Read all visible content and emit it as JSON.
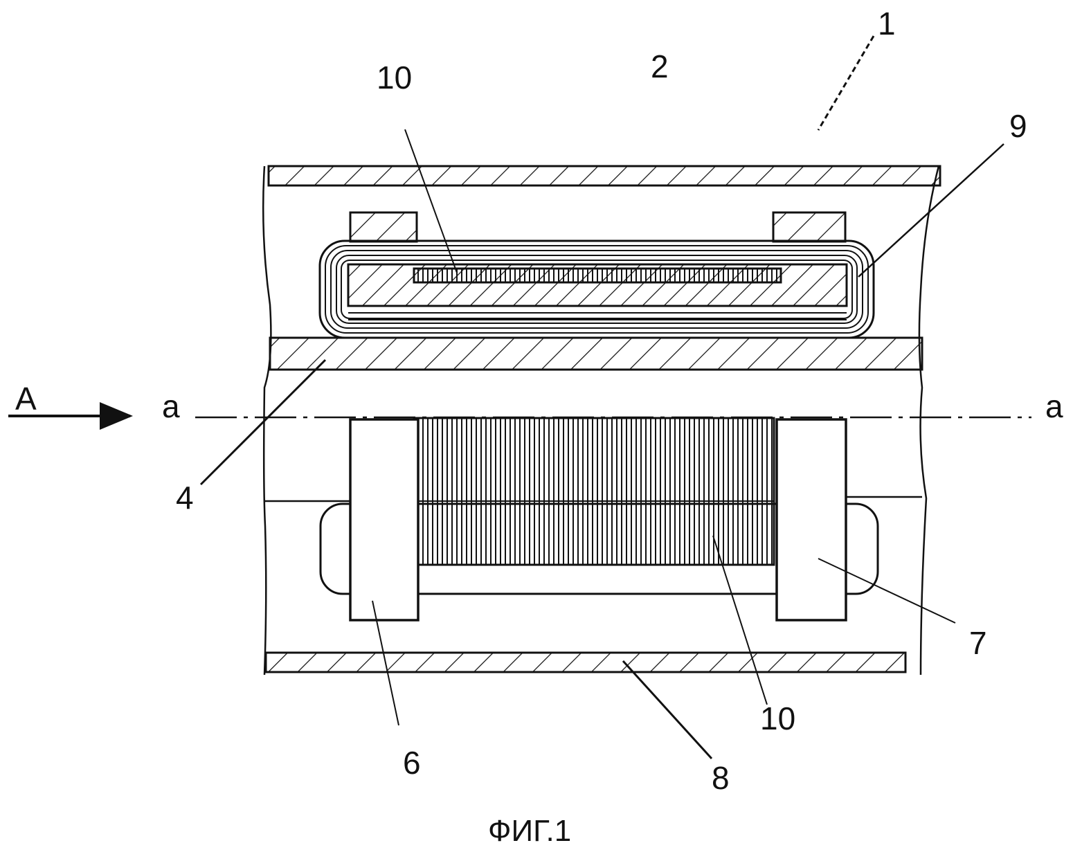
{
  "labels": {
    "assembly": "1",
    "housing": "2",
    "tube": "4",
    "left_flange": "6",
    "right_flange": "7",
    "bottom_wall": "8",
    "jacket": "9",
    "winding_top": "10",
    "winding_bottom": "10",
    "arrow_direction": "A",
    "axis_left": "a",
    "axis_right": "a"
  },
  "caption": "ФИГ.1",
  "colors": {
    "ink": "#111111",
    "paper": "#ffffff"
  }
}
